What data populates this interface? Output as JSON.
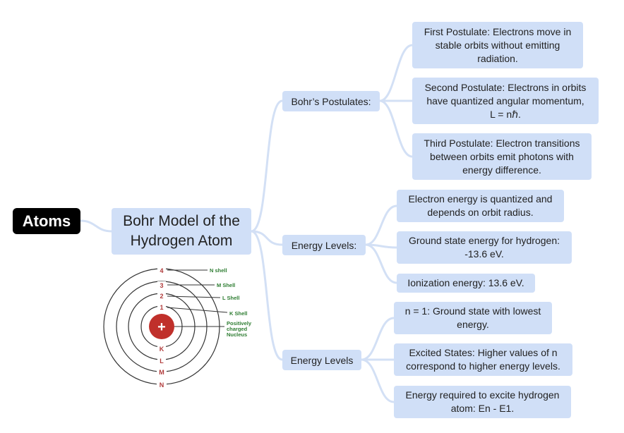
{
  "root": {
    "label": "Atoms"
  },
  "main": {
    "line1": "Bohr Model of the",
    "line2": "Hydrogen Atom"
  },
  "branches": [
    {
      "label": "Bohr’s Postulates:",
      "leaves": [
        {
          "lines": [
            "First Postulate: Electrons move in",
            "stable orbits without emitting",
            "radiation."
          ]
        },
        {
          "lines": [
            "Second Postulate: Electrons in orbits",
            "have quantized angular momentum,",
            "L = nℏ."
          ]
        },
        {
          "lines": [
            "Third Postulate: Electron transitions",
            "between orbits emit photons with",
            "energy difference."
          ]
        }
      ]
    },
    {
      "label": "Energy Levels:",
      "leaves": [
        {
          "lines": [
            "Electron energy is quantized and",
            "depends on orbit radius."
          ]
        },
        {
          "lines": [
            "Ground state energy for hydrogen:",
            "-13.6 eV."
          ]
        },
        {
          "lines": [
            "Ionization energy: 13.6 eV."
          ]
        }
      ]
    },
    {
      "label": "Energy Levels",
      "leaves": [
        {
          "lines": [
            "n = 1: Ground state with lowest",
            "energy."
          ]
        },
        {
          "lines": [
            "Excited States: Higher values of n",
            "correspond to higher energy levels."
          ]
        },
        {
          "lines": [
            "Energy required to excite hydrogen",
            "atom: En - E1."
          ]
        }
      ]
    }
  ],
  "atom_diagram": {
    "nucleus_symbol": "+",
    "shell_numbers": [
      "1",
      "2",
      "3",
      "4"
    ],
    "shell_letters": [
      "K",
      "L",
      "M",
      "N"
    ],
    "labels": {
      "n_shell": "N shell",
      "m_shell": "M Shell",
      "l_shell": "L Shell",
      "k_shell": "K Shell",
      "nucleus_1": "Positively",
      "nucleus_2": "charged",
      "nucleus_3": "Nucleus"
    },
    "colors": {
      "nucleus": "#c0302b",
      "number_text": "#b03a3a",
      "label_text": "#2e7d32"
    }
  },
  "colors": {
    "node_fill": "#d0dff7",
    "connector": "#d0dff7",
    "root_fill": "#000000"
  }
}
